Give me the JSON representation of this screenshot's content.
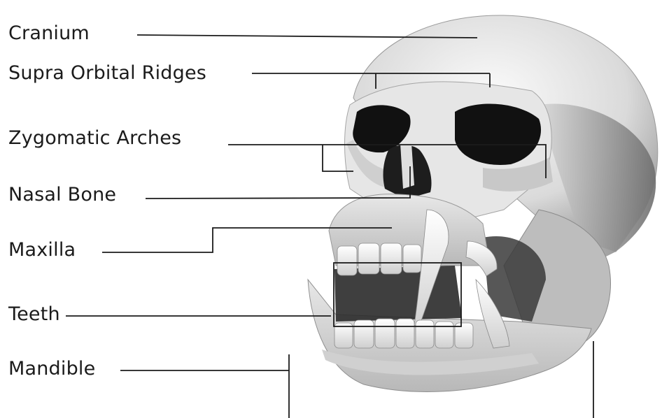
{
  "diagram": {
    "illustration": {
      "name": "skull",
      "colors": {
        "bone_light": "#f4f4f4",
        "bone_mid": "#cfcfcf",
        "bone_shadow": "#8a8a8a",
        "cavity": "#111111",
        "leader_line": "#1b1b1b"
      }
    },
    "labels": {
      "cranium": "Cranium",
      "supra_orbital_ridges": "Supra Orbital Ridges",
      "zygomatic_arches": "Zygomatic Arches",
      "nasal_bone": "Nasal Bone",
      "maxilla": "Maxilla",
      "teeth": "Teeth",
      "mandible": "Mandible"
    }
  }
}
